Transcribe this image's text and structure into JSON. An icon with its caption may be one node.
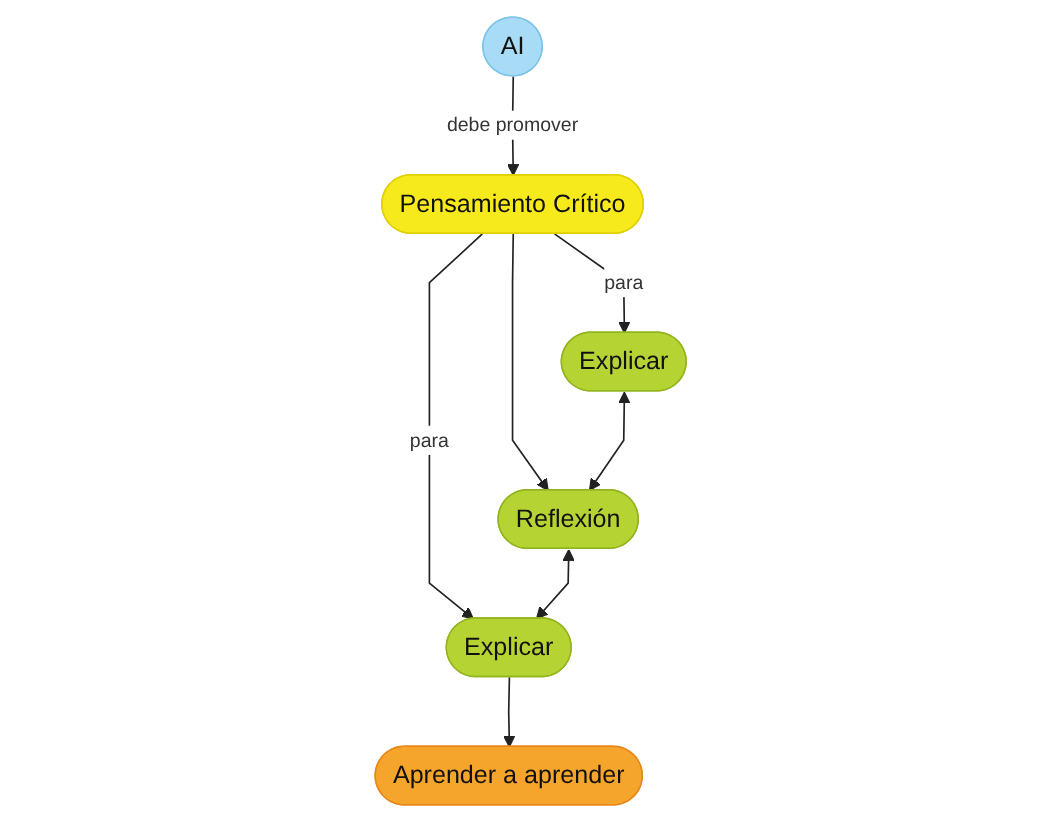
{
  "diagram": {
    "nodes": [
      {
        "text": [
          "AI"
        ]
      },
      {
        "text": [
          "Pensamiento Crítico"
        ]
      },
      {
        "text": [
          "Explicar"
        ]
      },
      {
        "text": [
          "Reflexión"
        ]
      },
      {
        "text": [
          "Explicar"
        ]
      },
      {
        "text": [
          "Aprender a aprender"
        ]
      }
    ],
    "edges": [
      {
        "from": 0,
        "to": 1,
        "arrow": "to",
        "label": "debe promover"
      },
      {
        "from": 1,
        "to": 2,
        "arrow": "to",
        "label": "para"
      },
      {
        "from": 1,
        "to": 3,
        "arrow": "to"
      },
      {
        "from": 1,
        "to": 4,
        "arrow": "to",
        "label": "para"
      },
      {
        "from": 2,
        "to": 3,
        "arrow": "both"
      },
      {
        "from": 3,
        "to": 4,
        "arrow": "both"
      },
      {
        "from": 4,
        "to": 5,
        "arrow": "to"
      }
    ]
  }
}
